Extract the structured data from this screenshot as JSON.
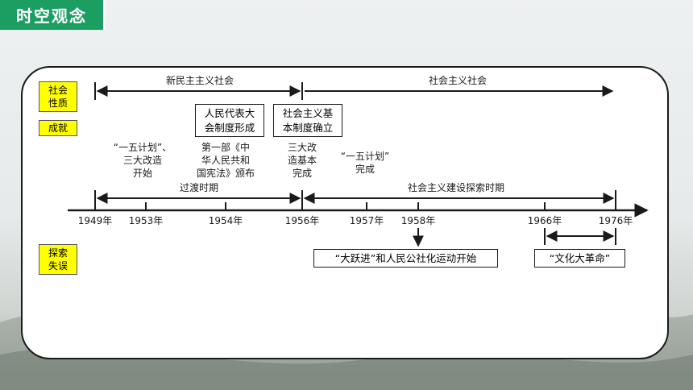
{
  "title": "时空观念",
  "row_labels": {
    "nature": "社会\n性质",
    "achievements": "成就",
    "exploration": "探索\n失误"
  },
  "periods": {
    "new_democratic": "新民主主义社会",
    "socialist": "社会主义社会",
    "transition": "过渡时期",
    "socialist_exploration": "社会主义建设探索时期"
  },
  "achievements": {
    "box_1954": "人民代表大\n会制度形成",
    "box_1956": "社会主义基\n本制度确立",
    "first_five_year_start": "“一五计划”、\n三大改造\n开始",
    "constitution": "第一部《中\n华人民共和\n国宪法》颁布",
    "three_reforms_done": "三大改\n造基本\n完成",
    "first_five_year_done": "“一五计划”\n完成"
  },
  "years": [
    "1949年",
    "1953年",
    "1954年",
    "1956年",
    "1957年",
    "1958年",
    "1966年",
    "1976年"
  ],
  "mistakes": {
    "great_leap": "“大跃进”和人民公社化运动开始",
    "cultural_revolution": "“文化大革命”"
  },
  "colors": {
    "title_bg": "#1c9e63",
    "tag_bg": "#ffff00",
    "line": "#1a1a1a"
  }
}
